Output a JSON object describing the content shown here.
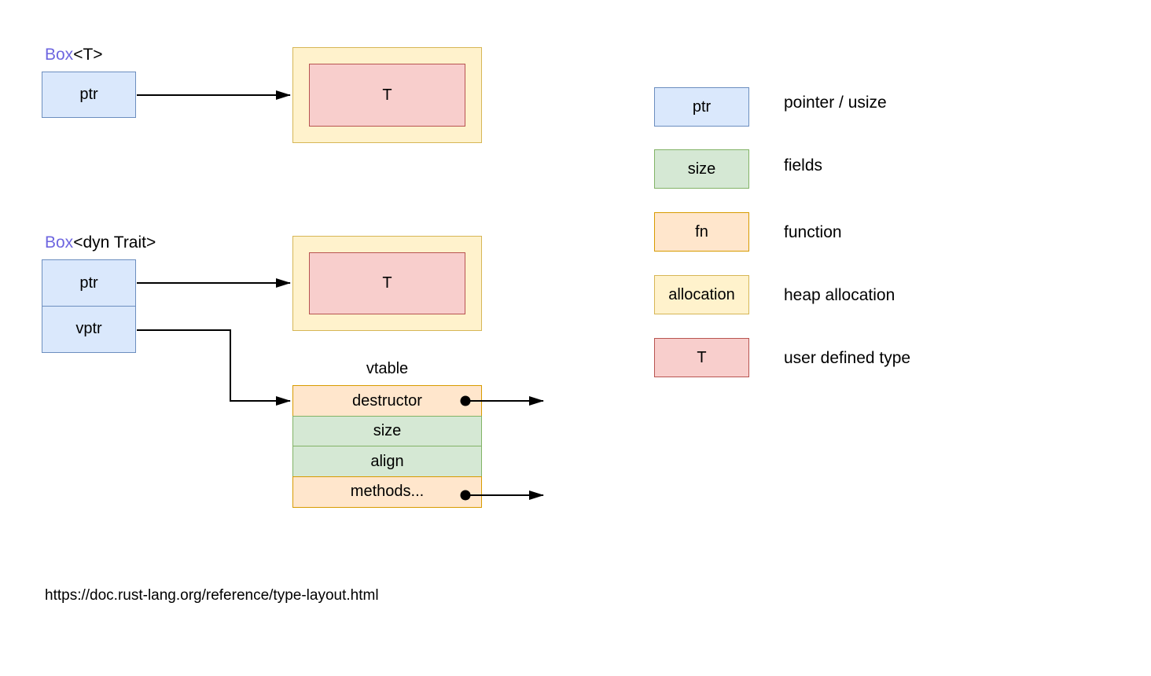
{
  "diagram": {
    "box_t": {
      "title_keyword": "Box",
      "title_suffix": "<T>",
      "ptr_label": "ptr",
      "t_label": "T"
    },
    "box_dyn": {
      "title_keyword": "Box",
      "title_suffix": "<dyn Trait>",
      "ptr_label": "ptr",
      "vptr_label": "vptr",
      "t_label": "T"
    },
    "vtable": {
      "title": "vtable",
      "rows": [
        {
          "label": "destructor",
          "kind": "fn",
          "has_out_pointer": true
        },
        {
          "label": "size",
          "kind": "field",
          "has_out_pointer": false
        },
        {
          "label": "align",
          "kind": "field",
          "has_out_pointer": false
        },
        {
          "label": "methods...",
          "kind": "fn",
          "has_out_pointer": true
        }
      ]
    }
  },
  "legend": {
    "items": [
      {
        "swatch_label": "ptr",
        "color_kind": "blue",
        "description": "pointer / usize"
      },
      {
        "swatch_label": "size",
        "color_kind": "green",
        "description": "fields"
      },
      {
        "swatch_label": "fn",
        "color_kind": "orange",
        "description": "function"
      },
      {
        "swatch_label": "allocation",
        "color_kind": "yellow",
        "description": "heap allocation"
      },
      {
        "swatch_label": "T",
        "color_kind": "red",
        "description": "user defined type"
      }
    ]
  },
  "footer": {
    "url": "https://doc.rust-lang.org/reference/type-layout.html"
  },
  "colors": {
    "pointer_fill": "#dae8fc",
    "pointer_stroke": "#6c8ebf",
    "field_fill": "#d5e8d4",
    "field_stroke": "#82b366",
    "function_fill": "#ffe6cc",
    "function_stroke": "#d79b00",
    "allocation_fill": "#fff2cc",
    "allocation_stroke": "#d6b656",
    "user_type_fill": "#f8cecc",
    "user_type_stroke": "#b85450",
    "box_keyword_text": "#6e66e0",
    "connector": "#000000"
  }
}
